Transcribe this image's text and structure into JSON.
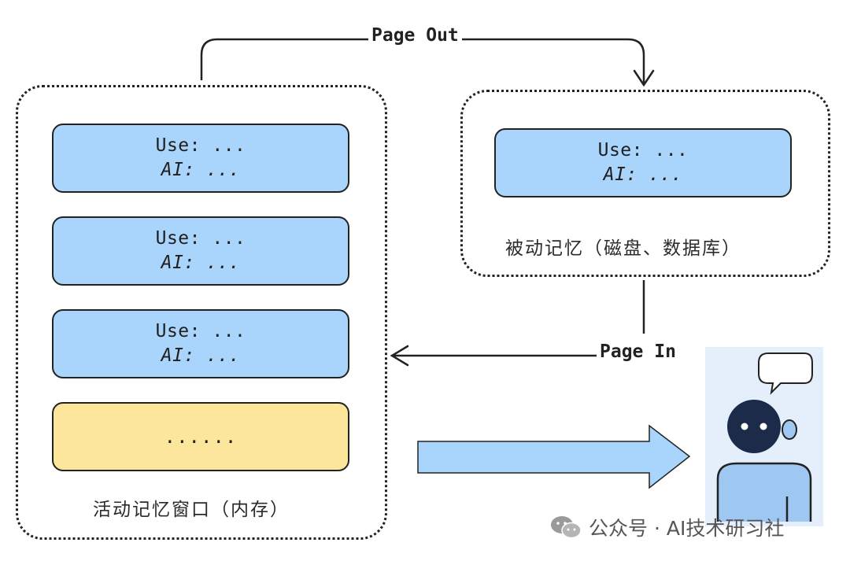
{
  "active_window": {
    "label": "活动记忆窗口（内存）",
    "cards": [
      {
        "user": "Use: ...",
        "ai": "AI: ..."
      },
      {
        "user": "Use: ...",
        "ai": "AI: ..."
      },
      {
        "user": "Use: ...",
        "ai": "AI: ..."
      }
    ],
    "pending": "......"
  },
  "passive_memory": {
    "label": "被动记忆（磁盘、数据库）",
    "card": {
      "user": "Use: ...",
      "ai": "AI: ..."
    }
  },
  "edges": {
    "page_out": "Page Out",
    "page_in": "Page In"
  },
  "watermark": {
    "icon": "wechat-icon",
    "text": "公众号 · AI技术研习社"
  },
  "colors": {
    "card_blue": "#a9d4fb",
    "card_yellow": "#fce69c",
    "arrow_fill": "#a9d4fb",
    "agent_bg": "#e4effb",
    "robot_head": "#1c2b4a",
    "robot_body": "#9ec7f2",
    "outline": "#222222"
  }
}
